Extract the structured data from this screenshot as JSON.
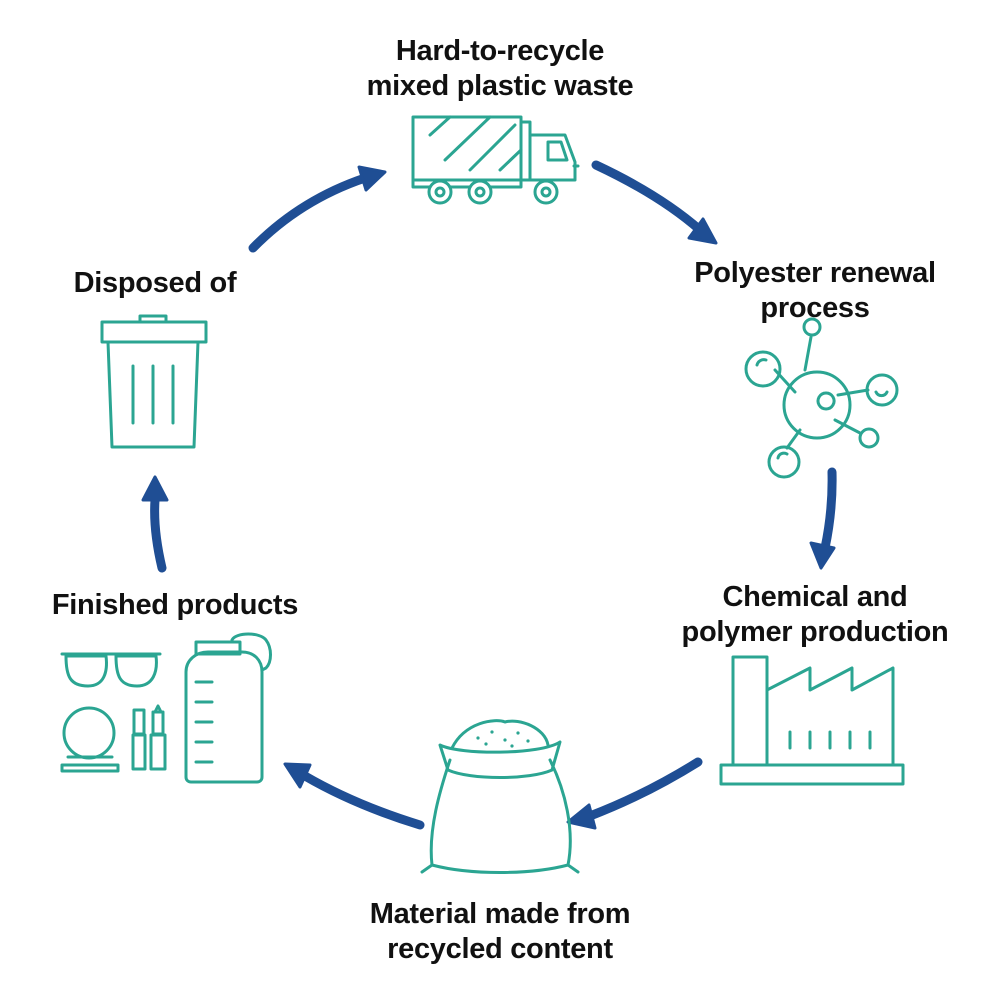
{
  "colors": {
    "icon": "#2ba592",
    "arrow": "#1f4e94",
    "text": "#111111"
  },
  "stages": [
    {
      "id": "waste",
      "icon": "garbage-truck-icon",
      "lines": [
        "Hard-to-recycle",
        "mixed plastic waste"
      ]
    },
    {
      "id": "renewal",
      "icon": "molecule-icon",
      "lines": [
        "Polyester renewal",
        "process"
      ]
    },
    {
      "id": "production",
      "icon": "factory-icon",
      "lines": [
        "Chemical and",
        "polymer production"
      ]
    },
    {
      "id": "material",
      "icon": "sack-icon",
      "lines": [
        "Material made from",
        "recycled content"
      ]
    },
    {
      "id": "products",
      "icon": "products-icon",
      "lines": [
        "Finished products"
      ]
    },
    {
      "id": "disposed",
      "icon": "trash-can-icon",
      "lines": [
        "Disposed of"
      ]
    }
  ],
  "arrows": [
    {
      "from": "waste",
      "to": "renewal"
    },
    {
      "from": "renewal",
      "to": "production"
    },
    {
      "from": "production",
      "to": "material"
    },
    {
      "from": "material",
      "to": "products"
    },
    {
      "from": "products",
      "to": "disposed"
    },
    {
      "from": "disposed",
      "to": "waste"
    }
  ]
}
